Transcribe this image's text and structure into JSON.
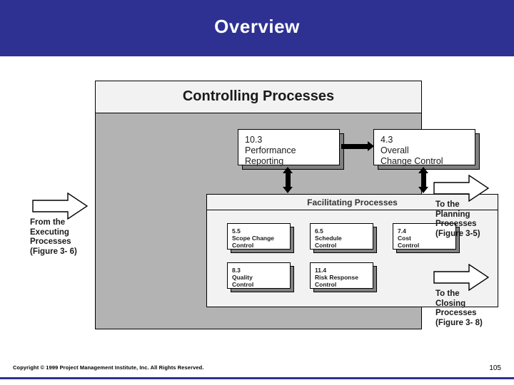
{
  "slide": {
    "title": "Overview",
    "page_number": "105",
    "copyright": "Copyright © 1999 Project Management Institute, Inc. All Rights Reserved."
  },
  "diagram": {
    "header_title": "Controlling Processes",
    "top_processes": [
      {
        "number": "10.3",
        "line1": "Performance",
        "line2": "Reporting"
      },
      {
        "number": "4.3",
        "line1": "Overall",
        "line2": "Change Control"
      }
    ],
    "facilitating": {
      "title": "Facilitating Processes",
      "boxes": [
        {
          "number": "5.5",
          "line1": "Scope Change",
          "line2": "Control"
        },
        {
          "number": "6.5",
          "line1": "Schedule",
          "line2": "Control"
        },
        {
          "number": "7.4",
          "line1": "Cost",
          "line2": "Control"
        },
        {
          "number": "8.3",
          "line1": "Quality",
          "line2": "Control"
        },
        {
          "number": "11.4",
          "line1": "Risk Response",
          "line2": "Control"
        }
      ]
    },
    "side_labels": {
      "from_executing": {
        "line1": "From the",
        "line2": "Executing",
        "line3": "Processes",
        "line4": "(Figure 3- 6)"
      },
      "to_planning": {
        "line1": "To the",
        "line2": "Planning",
        "line3": "Processes",
        "line4": "(Figure 3-5)"
      },
      "to_closing": {
        "line1": "To the",
        "line2": "Closing",
        "line3": "Processes",
        "line4": "(Figure 3- 8)"
      }
    }
  },
  "colors": {
    "header_band": "#2e3192",
    "panel_gray": "#b3b3b3",
    "panel_light": "#f2f2f2",
    "shadow": "#808080"
  }
}
